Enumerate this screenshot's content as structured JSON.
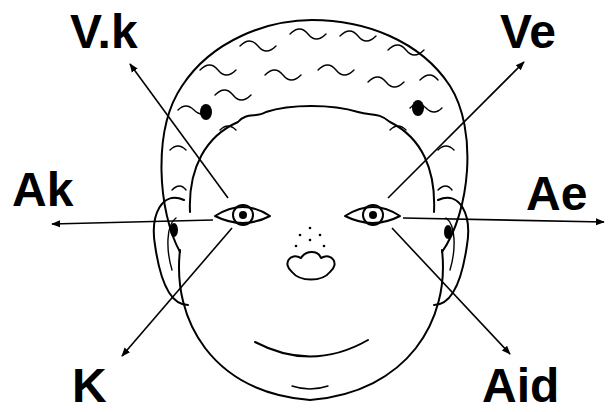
{
  "diagram": {
    "labels": [
      "V.k",
      "Ve",
      "Ak",
      "Ae",
      "K",
      "Aid"
    ]
  }
}
